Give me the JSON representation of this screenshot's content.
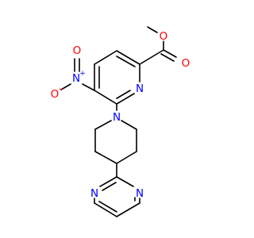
{
  "colors": {
    "bond": "#000000",
    "nitrogen": "#0000ff",
    "oxygen": "#ff0000",
    "background": "#ffffff"
  },
  "atoms": {
    "ester_o_single": "O",
    "ester_o_double": "O",
    "pyridine_n": "N",
    "nitro_n": "N",
    "nitro_n_charge": "+",
    "nitro_o_minus": "O",
    "nitro_o_charge": "−",
    "nitro_o_double": "O",
    "piperidine_n": "N",
    "pyrimidine_n1": "N",
    "pyrimidine_n2": "N"
  }
}
